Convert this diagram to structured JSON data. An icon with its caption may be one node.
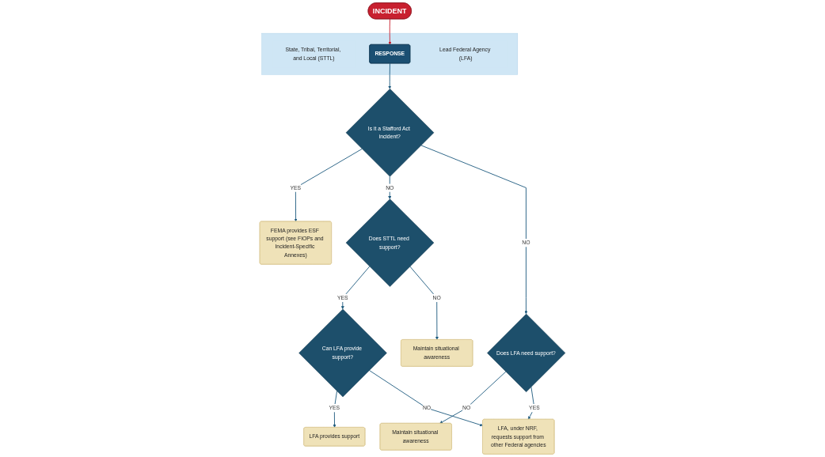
{
  "diagram": {
    "nodes": [
      {
        "text": [
          "INCIDENT"
        ]
      },
      {
        "text": [],
        "shape": "band"
      },
      {
        "text": [
          "State, Tribal, Territorial, and Local (STTL)"
        ],
        "in": 1
      },
      {
        "text": [
          "RESPONSE"
        ],
        "in": 1
      },
      {
        "text": [
          "Lead Federal Agency (LFA)"
        ],
        "in": 1
      },
      {
        "text": [
          "Is it a Stafford Act incident?"
        ]
      },
      {
        "text": [
          "FEMA provides ESF support (see FIOPs and Incident-Specific Annexes)"
        ]
      },
      {
        "text": [
          "Can LFA provide support?"
        ]
      },
      {
        "text": [
          "Does STTL need support?"
        ]
      },
      {
        "text": [
          "Does LFA need support?"
        ]
      },
      {
        "text": [
          "Maintain situational awareness"
        ]
      },
      {
        "text": [
          "LFA provides support"
        ]
      },
      {
        "text": [
          "Maintain situational awareness"
        ]
      },
      {
        "text": [
          "LFA, under NRF, requests support from other Federal agencies"
        ]
      }
    ],
    "edges": [
      {
        "from": 0,
        "to": 3,
        "arrow": "to",
        "color": "#c8202f"
      },
      {
        "from": 3,
        "to": 5,
        "arrow": "to"
      },
      {
        "from": 5,
        "to": 6,
        "arrow": "to",
        "label": "YES"
      },
      {
        "from": 5,
        "to": 8,
        "arrow": "to",
        "label": "NO"
      },
      {
        "from": 5,
        "to": 9,
        "arrow": "to",
        "label": "NO"
      },
      {
        "from": 8,
        "to": 7,
        "arrow": "to",
        "label": "YES"
      },
      {
        "from": 8,
        "to": 12,
        "arrow": "to",
        "label": "NO"
      },
      {
        "from": 9,
        "to": 10,
        "arrow": "to",
        "label": "NO"
      },
      {
        "from": 9,
        "to": 13,
        "arrow": "to",
        "label": "YES"
      },
      {
        "from": 7,
        "to": 11,
        "arrow": "to",
        "label": "YES"
      },
      {
        "from": 7,
        "to": 13,
        "arrow": "to",
        "label": "NO"
      }
    ]
  }
}
